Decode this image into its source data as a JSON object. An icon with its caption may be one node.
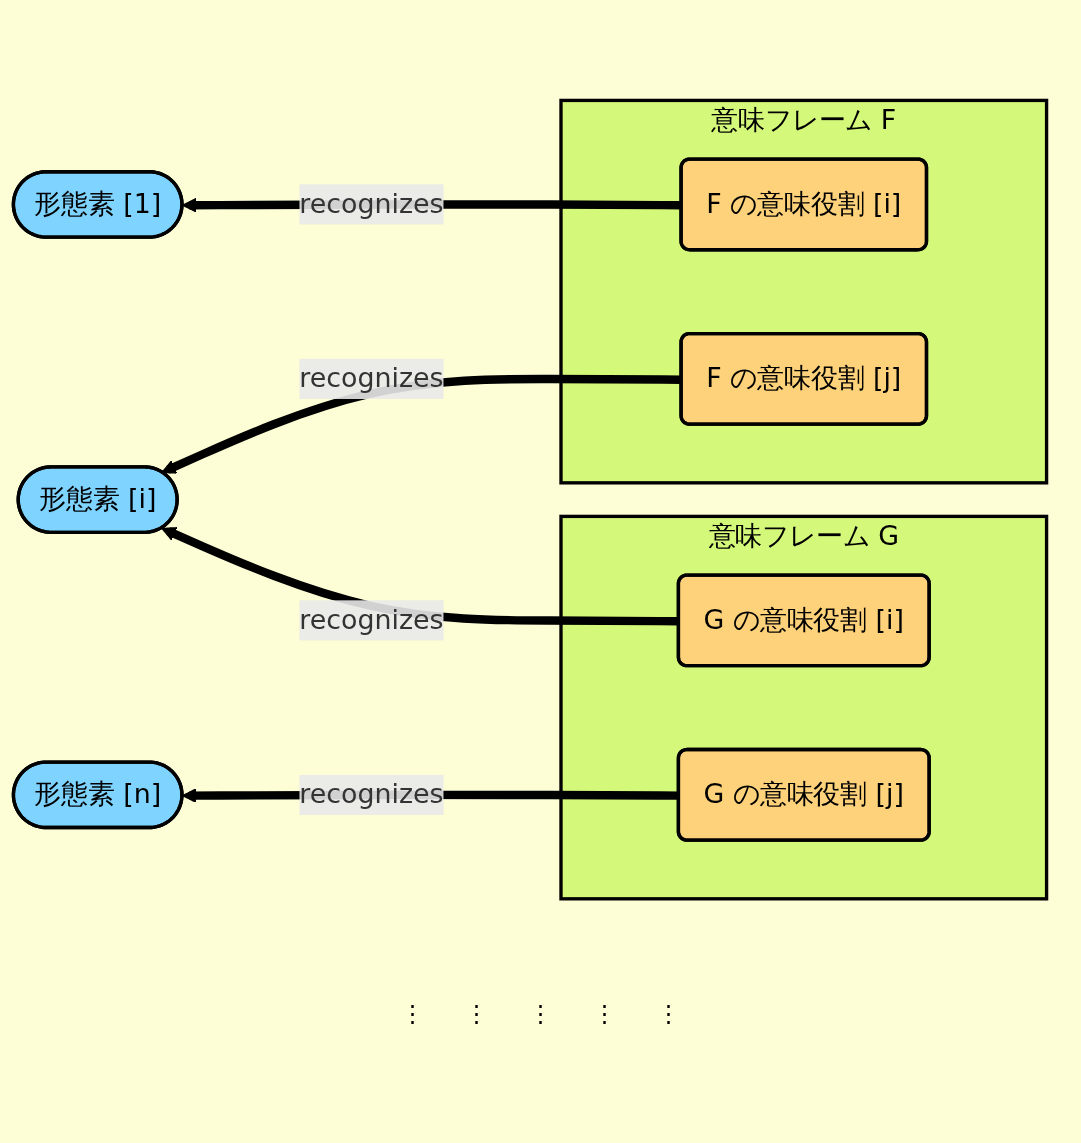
{
  "diagram": {
    "nodes": [
      {
        "text": [
          "意味フレーム F"
        ]
      },
      {
        "text": [
          "F の意味役割 [i]"
        ],
        "in": 0
      },
      {
        "text": [
          "F の意味役割 [j]"
        ],
        "in": 0
      },
      {
        "text": [
          "意味フレーム G"
        ]
      },
      {
        "text": [
          "G の意味役割 [i]"
        ],
        "in": 3
      },
      {
        "text": [
          "G の意味役割 [j]"
        ],
        "in": 3
      },
      {
        "text": [
          "形態素 [1]"
        ]
      },
      {
        "text": [
          "形態素 [i]"
        ]
      },
      {
        "text": [
          "形態素 [n]"
        ]
      }
    ],
    "edges": [
      {
        "from": 1,
        "to": 6,
        "arrow": "to",
        "label": "recognizes"
      },
      {
        "from": 2,
        "to": 7,
        "arrow": "to",
        "label": "recognizes"
      },
      {
        "from": 4,
        "to": 7,
        "arrow": "to",
        "label": "recognizes"
      },
      {
        "from": 5,
        "to": 8,
        "arrow": "to",
        "label": "recognizes"
      }
    ],
    "labels": [
      "⋮",
      "⋮",
      "⋮",
      "⋮",
      "⋮"
    ]
  }
}
